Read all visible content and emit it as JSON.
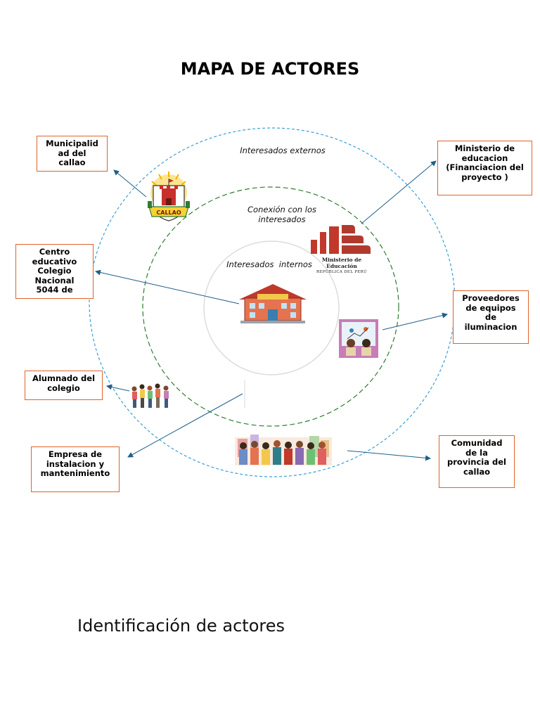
{
  "title": "MAPA DE ACTORES",
  "subtitle": "Identificación de actores",
  "zones": {
    "outer": "Interesados externos",
    "middle": "Conexión con los\ninteresados",
    "inner": "Interesados  internos"
  },
  "actors": {
    "municipalidad": "Municipalid\nad del\ncallao",
    "centro_educativo": "Centro\neducativo\nColegio\nNacional\n5044 de",
    "alumnado": "Alumnado del\ncolegio",
    "empresa": "Empresa de\ninstalacion y\nmantenimiento",
    "ministerio": "Ministerio de\neducacion\n(Financiacion del\nproyecto )",
    "proveedores": "Proveedores\nde equipos\nde\niluminacion",
    "comunidad": "Comunidad\nde la\nprovincia del\ncallao"
  },
  "logos": {
    "minedu_name": "Ministerio de Educación",
    "minedu_country": "REPÚBLICA DEL PERÚ",
    "callao_shield": "CALLAO"
  },
  "icons": [
    "callao-shield-icon",
    "minedu-logo-icon",
    "school-building-icon",
    "lighting-equipment-icon",
    "students-group-icon",
    "community-crowd-icon"
  ],
  "colors": {
    "box_border": "#e0622a",
    "outer_ring": "#3aa0d8",
    "middle_ring": "#2e7d32",
    "arrow": "#1f5f8a"
  }
}
